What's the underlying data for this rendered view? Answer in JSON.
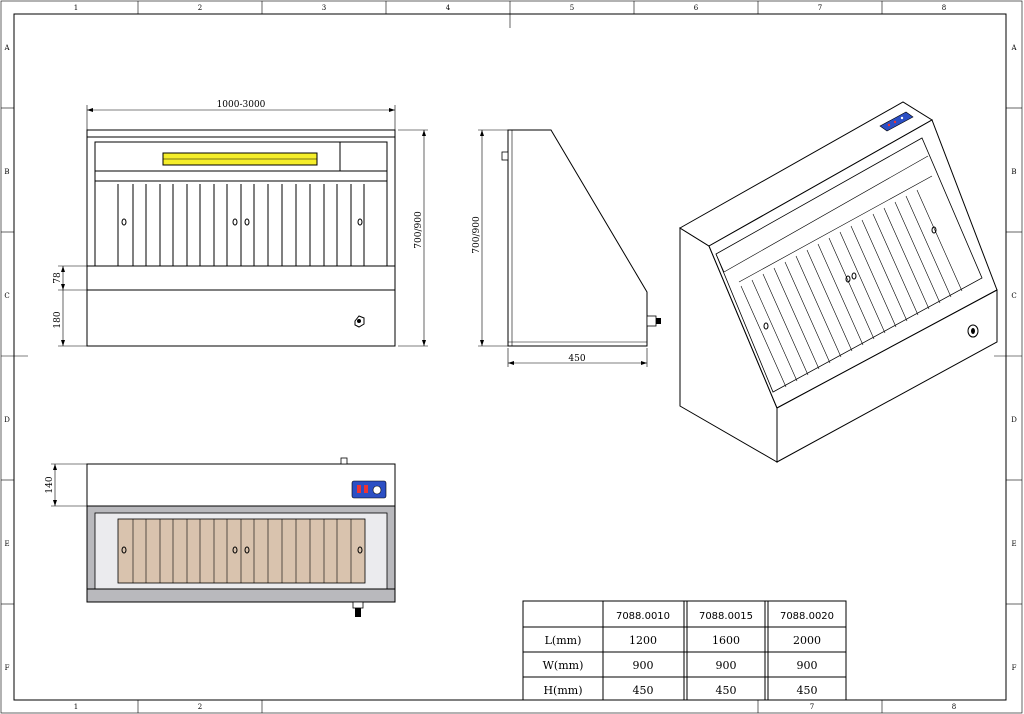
{
  "frame": {
    "col_labels": [
      "1",
      "2",
      "3",
      "4",
      "5",
      "6",
      "7",
      "8"
    ],
    "row_labels": [
      "A",
      "B",
      "C",
      "D",
      "E",
      "F"
    ],
    "bottom_col_labels": [
      "1",
      "2",
      "7",
      "8"
    ]
  },
  "front_view": {
    "width_dim": "1000-3000",
    "height_dim": "700/900",
    "dim_78": "78",
    "dim_180": "180"
  },
  "side_view": {
    "height_dim": "700/900",
    "depth_dim": "450"
  },
  "top_view": {
    "dim_140": "140"
  },
  "spec_table": {
    "headers": [
      "",
      "7088.0010",
      "7088.0015",
      "7088.0020"
    ],
    "rows": [
      {
        "label": "L(mm)",
        "values": [
          "1200",
          "1600",
          "2000"
        ]
      },
      {
        "label": "W(mm)",
        "values": [
          "900",
          "900",
          "900"
        ]
      },
      {
        "label": "H(mm)",
        "values": [
          "450",
          "450",
          "450"
        ]
      }
    ]
  },
  "colors": {
    "filter_tan": "#d9c3ae",
    "light_yellow": "#f5ee2a",
    "panel_blue": "#2c4fc4",
    "grey_frame": "#b9b9bd"
  }
}
